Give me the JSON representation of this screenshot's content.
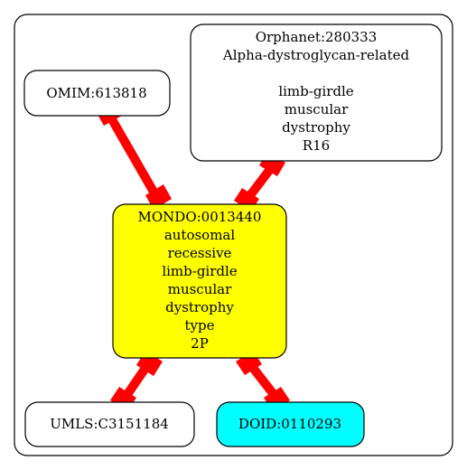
{
  "colors": {
    "edge": "#ff0000",
    "focus_fill": "#ffff00",
    "doid_fill": "#00ffff",
    "default_fill": "#ffffff",
    "stroke": "#000000"
  },
  "nodes": {
    "orphanet": {
      "lines": [
        "Orphanet:280333",
        "Alpha-dystroglycan-related",
        "",
        "limb-girdle",
        "muscular",
        "dystrophy",
        "R16"
      ]
    },
    "omim": {
      "lines": [
        "OMIM:613818"
      ]
    },
    "mondo": {
      "lines": [
        "MONDO:0013440",
        "autosomal",
        "recessive",
        "limb-girdle",
        "muscular",
        "dystrophy",
        "type",
        "2P"
      ]
    },
    "umls": {
      "lines": [
        "UMLS:C3151184"
      ]
    },
    "doid": {
      "lines": [
        "DOID:0110293"
      ]
    }
  }
}
